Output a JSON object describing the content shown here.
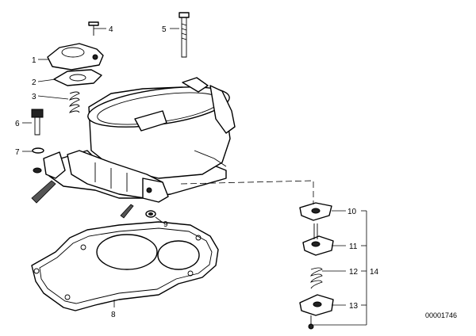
{
  "diagram": {
    "callouts": [
      "1",
      "2",
      "3",
      "4",
      "5",
      "6",
      "7",
      "8",
      "9",
      "10",
      "11",
      "12",
      "13",
      "14"
    ],
    "code": "00001746"
  }
}
